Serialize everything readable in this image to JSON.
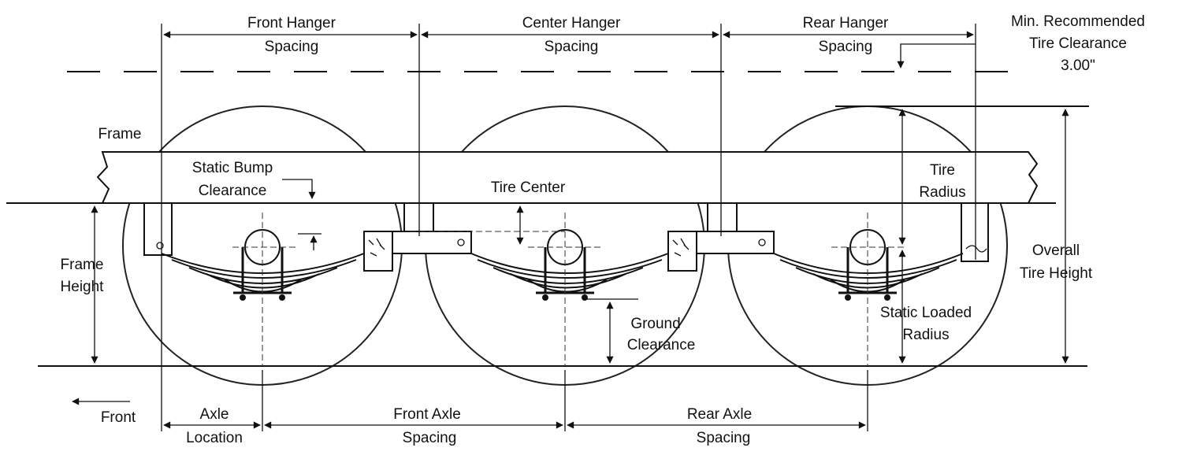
{
  "labels": {
    "front_hanger_spacing": [
      "Front Hanger",
      "Spacing"
    ],
    "center_hanger_spacing": [
      "Center Hanger",
      "Spacing"
    ],
    "rear_hanger_spacing": [
      "Rear Hanger",
      "Spacing"
    ],
    "min_tire_clearance": [
      "Min. Recommended",
      "Tire Clearance",
      "3.00\""
    ],
    "frame": "Frame",
    "static_bump_clearance": [
      "Static Bump",
      "Clearance"
    ],
    "tire_center": "Tire Center",
    "tire_radius": [
      "Tire",
      "Radius"
    ],
    "frame_height": [
      "Frame",
      "Height"
    ],
    "overall_tire_height": [
      "Overall",
      "Tire Height"
    ],
    "ground_clearance": [
      "Ground",
      "Clearance"
    ],
    "static_loaded_radius": [
      "Static Loaded",
      "Radius"
    ],
    "front": "Front",
    "axle_location": [
      "Axle",
      "Location"
    ],
    "front_axle_spacing": [
      "Front Axle",
      "Spacing"
    ],
    "rear_axle_spacing": [
      "Rear Axle",
      "Spacing"
    ]
  }
}
